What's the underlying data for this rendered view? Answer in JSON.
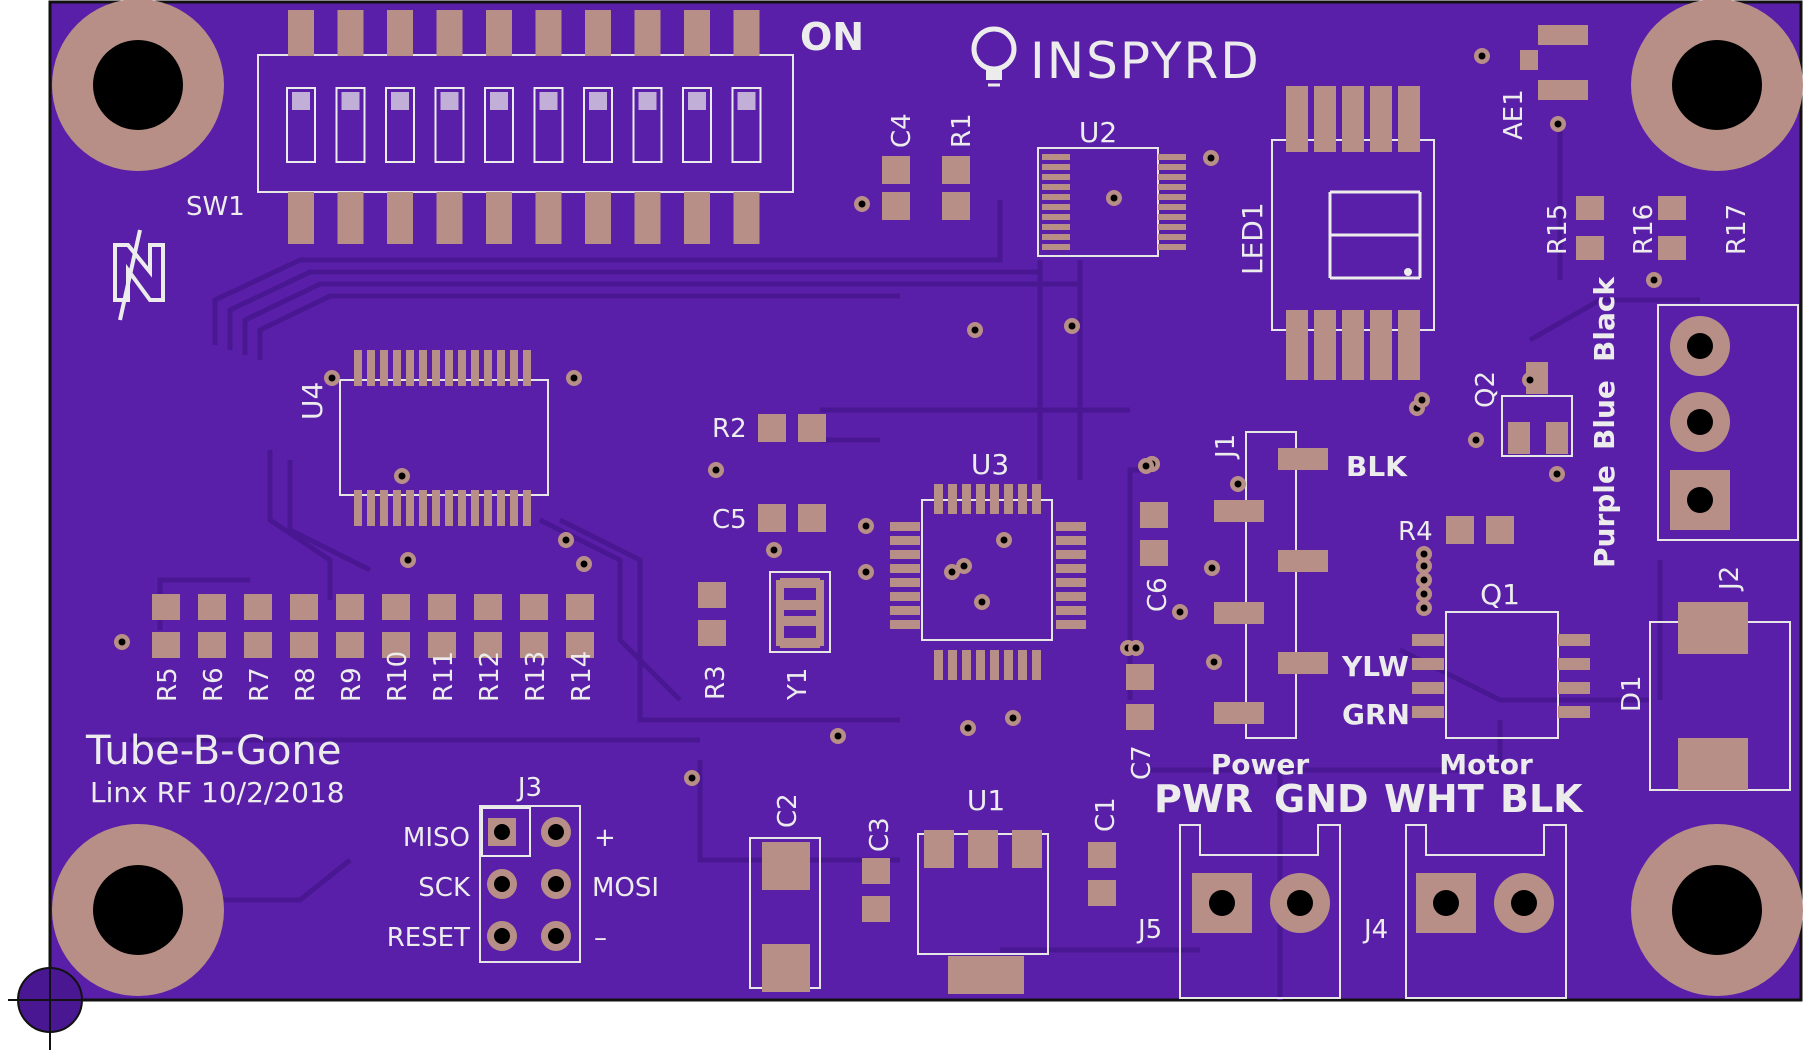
{
  "board": {
    "title": "Tube-B-Gone",
    "subtitle": "Linx RF 10/2/2018",
    "logo_text": "INSPYRD",
    "logo_icon": "lightbulb-icon",
    "brand_icon": "n-logo-icon",
    "colors": {
      "substrate": "#5a1fa8",
      "copper_pad": "#b88f86",
      "silkscreen": "#ececec",
      "outline": "#111111",
      "drill": "#000000",
      "background": "#ffffff"
    }
  },
  "labels": {
    "on": "ON",
    "sw1": "SW1",
    "c4": "C4",
    "r1": "R1",
    "u2": "U2",
    "led1": "LED1",
    "ae1": "AE1",
    "r15": "R15",
    "r16": "R16",
    "r17": "R17",
    "u4": "U4",
    "r2": "R2",
    "c5": "C5",
    "u3": "U3",
    "r3": "R3",
    "y1": "Y1",
    "c6": "C6",
    "c7": "C7",
    "j1": "J1",
    "blk": "BLK",
    "ylw": "YLW",
    "grn": "GRN",
    "r4": "R4",
    "q1": "Q1",
    "q2": "Q2",
    "j2": "J2",
    "d1": "D1",
    "purple": "Purple",
    "blue": "Blue",
    "black": "Black",
    "power": "Power",
    "motor": "Motor",
    "pwr": "PWR",
    "gnd": "GND",
    "wht": "WHT",
    "blk2": "BLK",
    "j3": "J3",
    "miso": "MISO",
    "sck": "SCK",
    "reset": "RESET",
    "plus": "+",
    "mosi": "MOSI",
    "minus": "–",
    "c2": "C2",
    "c3": "C3",
    "u1": "U1",
    "c1": "C1",
    "j5": "J5",
    "j4": "J4"
  },
  "resistor_bank": [
    "R5",
    "R6",
    "R7",
    "R8",
    "R9",
    "R10",
    "R11",
    "R12",
    "R13",
    "R14"
  ]
}
